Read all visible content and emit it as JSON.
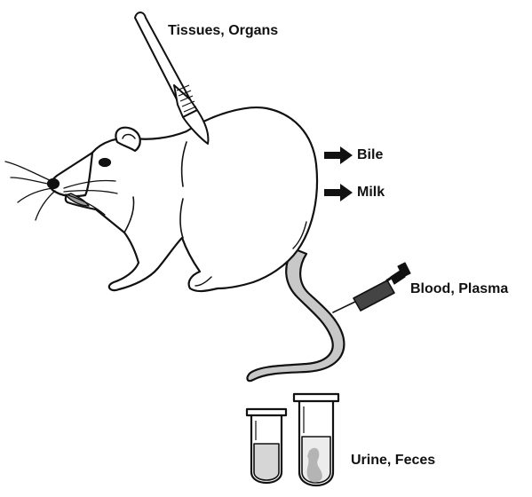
{
  "labels": {
    "tissues_organs": "Tissues, Organs",
    "bile": "Bile",
    "milk": "Milk",
    "blood_plasma": "Blood, Plasma",
    "urine_feces": "Urine, Feces"
  },
  "colors": {
    "outline": "#111111",
    "tail_fill": "#c8c8c8",
    "liquid_fill": "#d6d6d6",
    "feces_fill": "#b4b4b4",
    "body_fill": "#ffffff"
  },
  "icons": [
    "scalpel-icon",
    "rat-illustration",
    "arrow-right-icon",
    "syringe-icon",
    "test-tube-icon"
  ]
}
